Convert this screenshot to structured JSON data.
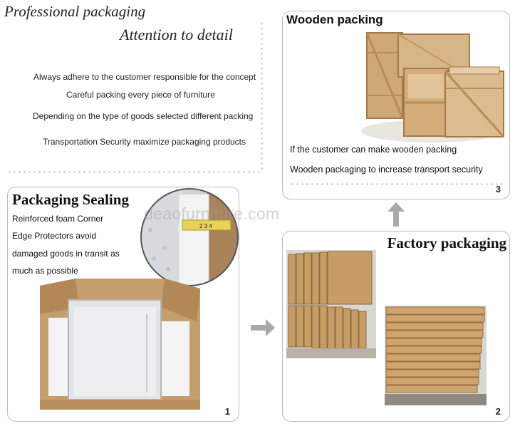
{
  "intro": {
    "title_line1": "Professional packaging",
    "title_line2": "Attention to detail",
    "lines": [
      "Always adhere to the customer responsible for the concept",
      "Careful packing every piece of furniture",
      "Depending on the type of goods selected different packing",
      "Transportation Security maximize packaging products"
    ]
  },
  "wooden": {
    "title": "Wooden packing",
    "captions": [
      "If the customer can make wooden packing",
      "Wooden packaging to increase transport security"
    ],
    "number": "3"
  },
  "sealing": {
    "title": "Packaging Sealing",
    "lines": [
      "Reinforced foam Corner",
      "Edge Protectors avoid",
      "damaged goods in transit as",
      "much as possible"
    ],
    "number": "1"
  },
  "factory": {
    "title": "Factory packaging",
    "number": "2"
  },
  "watermark": "deaofurniture.com",
  "colors": {
    "cardboard": "#c9a678",
    "cardboard_dark": "#a87f4e",
    "wood": "#d9b98a",
    "panel_border": "#bdbdbd",
    "arrow": "#a9a9a9"
  }
}
